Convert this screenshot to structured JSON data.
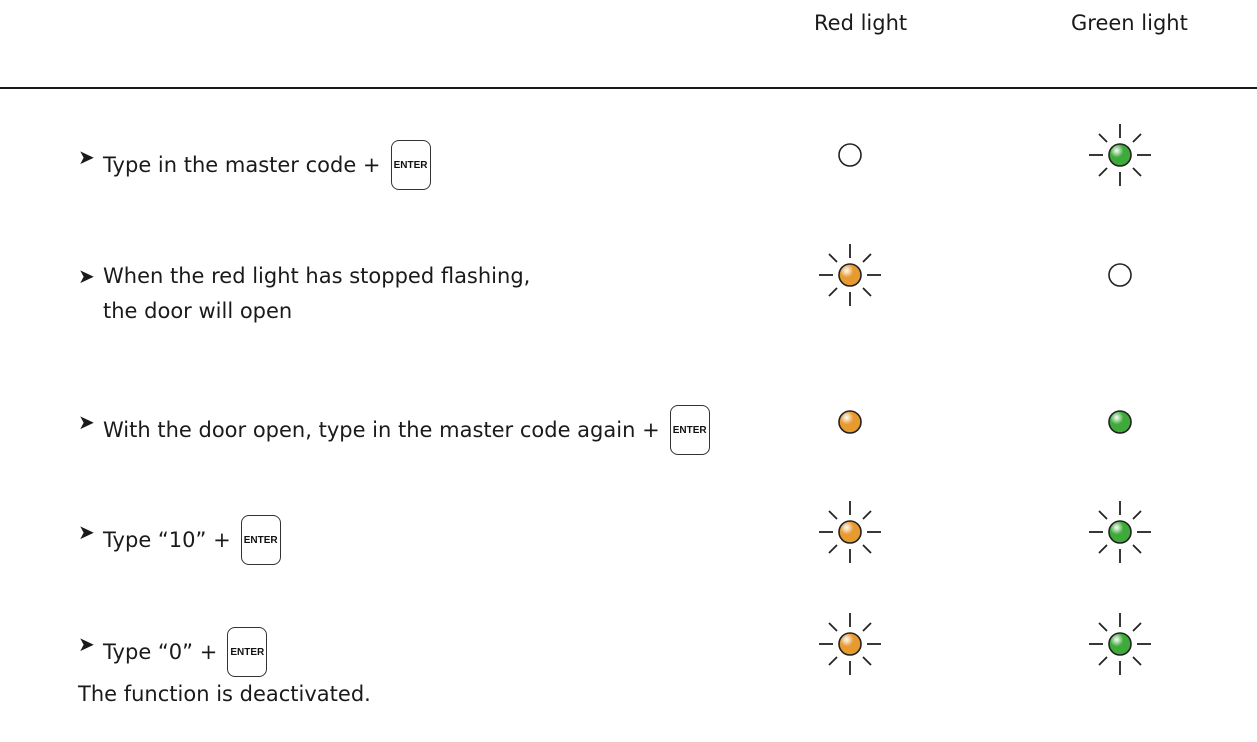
{
  "header": {
    "red": "Red light",
    "green": "Green light"
  },
  "key_label": "ENTER",
  "rows": [
    {
      "text": "Type in the master code +",
      "has_key": true,
      "red": "off",
      "green": "flashing"
    },
    {
      "text_line1": "When the red light has stopped flashing,",
      "text_line2": "the door will open",
      "has_key": false,
      "red": "flashing",
      "green": "off"
    },
    {
      "text": "With the door open, type in the master code again +",
      "has_key": true,
      "red": "on",
      "green": "on"
    },
    {
      "text": "Type “10” +",
      "has_key": true,
      "red": "flashing",
      "green": "flashing"
    },
    {
      "text": "Type “0” +",
      "text_line2": "The function is deactivated.",
      "has_key": true,
      "red": "flashing",
      "green": "flashing"
    }
  ],
  "colors": {
    "red_lamp": "#e79a2f",
    "green_lamp": "#3daa3a",
    "off_lamp": "#ffffff"
  }
}
